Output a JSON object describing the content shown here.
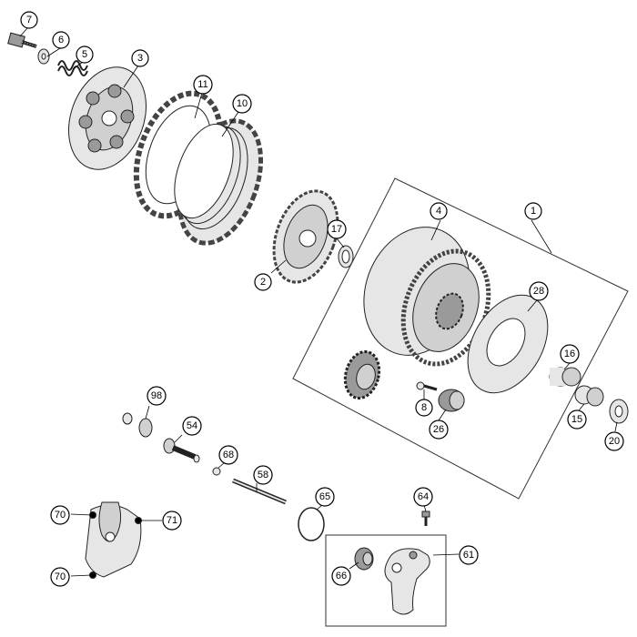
{
  "diagram": {
    "callouts": [
      {
        "id": "c7",
        "label": "7"
      },
      {
        "id": "c6",
        "label": "6"
      },
      {
        "id": "c5",
        "label": "5"
      },
      {
        "id": "c3",
        "label": "3"
      },
      {
        "id": "c11",
        "label": "11"
      },
      {
        "id": "c10",
        "label": "10"
      },
      {
        "id": "c4",
        "label": "4"
      },
      {
        "id": "c1",
        "label": "1"
      },
      {
        "id": "c17",
        "label": "17"
      },
      {
        "id": "c2",
        "label": "2"
      },
      {
        "id": "c28",
        "label": "28"
      },
      {
        "id": "c16",
        "label": "16"
      },
      {
        "id": "c8",
        "label": "8"
      },
      {
        "id": "c26",
        "label": "26"
      },
      {
        "id": "c15",
        "label": "15"
      },
      {
        "id": "c20",
        "label": "20"
      },
      {
        "id": "c98",
        "label": "98"
      },
      {
        "id": "c54",
        "label": "54"
      },
      {
        "id": "c68",
        "label": "68"
      },
      {
        "id": "c58",
        "label": "58"
      },
      {
        "id": "c65",
        "label": "65"
      },
      {
        "id": "c64",
        "label": "64"
      },
      {
        "id": "c61",
        "label": "61"
      },
      {
        "id": "c66",
        "label": "66"
      },
      {
        "id": "c70a",
        "label": "70"
      },
      {
        "id": "c71",
        "label": "71"
      },
      {
        "id": "c70b",
        "label": "70"
      }
    ]
  },
  "colors": {
    "line": "#222222",
    "fill": "#e6e6e6",
    "fill_dark": "#9a9a9a",
    "background": "#ffffff"
  }
}
